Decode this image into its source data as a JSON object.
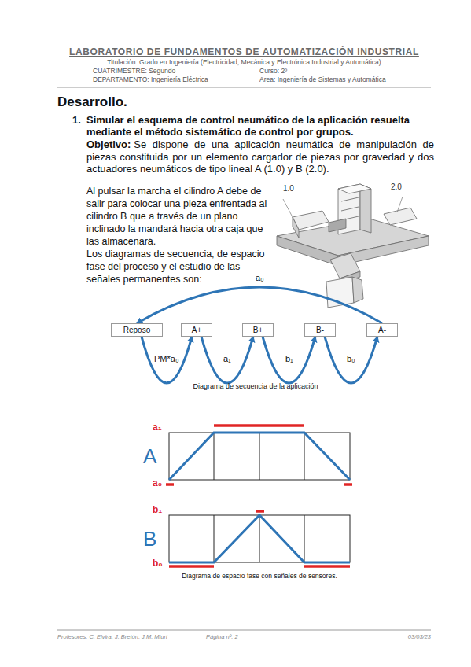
{
  "diagram": {
    "title": "LABORATORIO DE FUNDAMENTOS DE AUTOMATIZACIÓN INDUSTRIAL",
    "nodes": [
      {
        "text": [
          "Reposo"
        ]
      },
      {
        "text": [
          "A+"
        ]
      },
      {
        "text": [
          "B+"
        ]
      },
      {
        "text": [
          "B-"
        ]
      },
      {
        "text": [
          "A-"
        ]
      }
    ],
    "edges": [
      {
        "from": 0,
        "to": 1,
        "label": "PM*a₀",
        "arrow": "to"
      },
      {
        "from": 1,
        "to": 2,
        "label": "a₁",
        "arrow": "to"
      },
      {
        "from": 2,
        "to": 3,
        "label": "b₁",
        "arrow": "to"
      },
      {
        "from": 3,
        "to": 4,
        "label": "b₀",
        "arrow": "to"
      },
      {
        "from": 4,
        "to": 0,
        "label": "a₀",
        "arrow": "to"
      }
    ],
    "labels": [
      "Titulación: Grado en Ingeniería (Electricidad, Mecánica y Electrónica Industrial y Automática)",
      "CUATRIMESTRE: Segundo",
      "Curso: 2º",
      "DEPARTAMENTO: Ingeniería Eléctrica",
      "Área: Ingeniería de Sistemas y Automática",
      "Desarrollo.",
      "1.",
      "Simular el esquema de control neumático de la aplicación resuelta mediante el método sistemático de control por grupos.",
      "Objetivo:",
      "Se dispone de una aplicación neumática de manipulación de piezas constituida por un elemento cargador de piezas por gravedad y dos actuadores neumáticos de tipo lineal A (1.0) y B (2.0).",
      "Al pulsar la marcha el cilindro A debe de salir para colocar una pieza enfrentada al cilindro B que a través de un plano inclinado la mandará hacia otra caja que las almacenará.",
      "Los diagramas de secuencia, de espacio fase del proceso y el estudio de las señales permanentes son:",
      "1.0",
      "2.0",
      "Diagrama de secuencia de la aplicación",
      "a₁",
      "A",
      "a₀",
      "b₁",
      "B",
      "b₀",
      "Diagrama de espacio fase con señales de sensores.",
      "Profesores: C. Elvira, J. Bretón, J.M. Miuri",
      "Página nº: 2",
      "03/03/23"
    ]
  }
}
